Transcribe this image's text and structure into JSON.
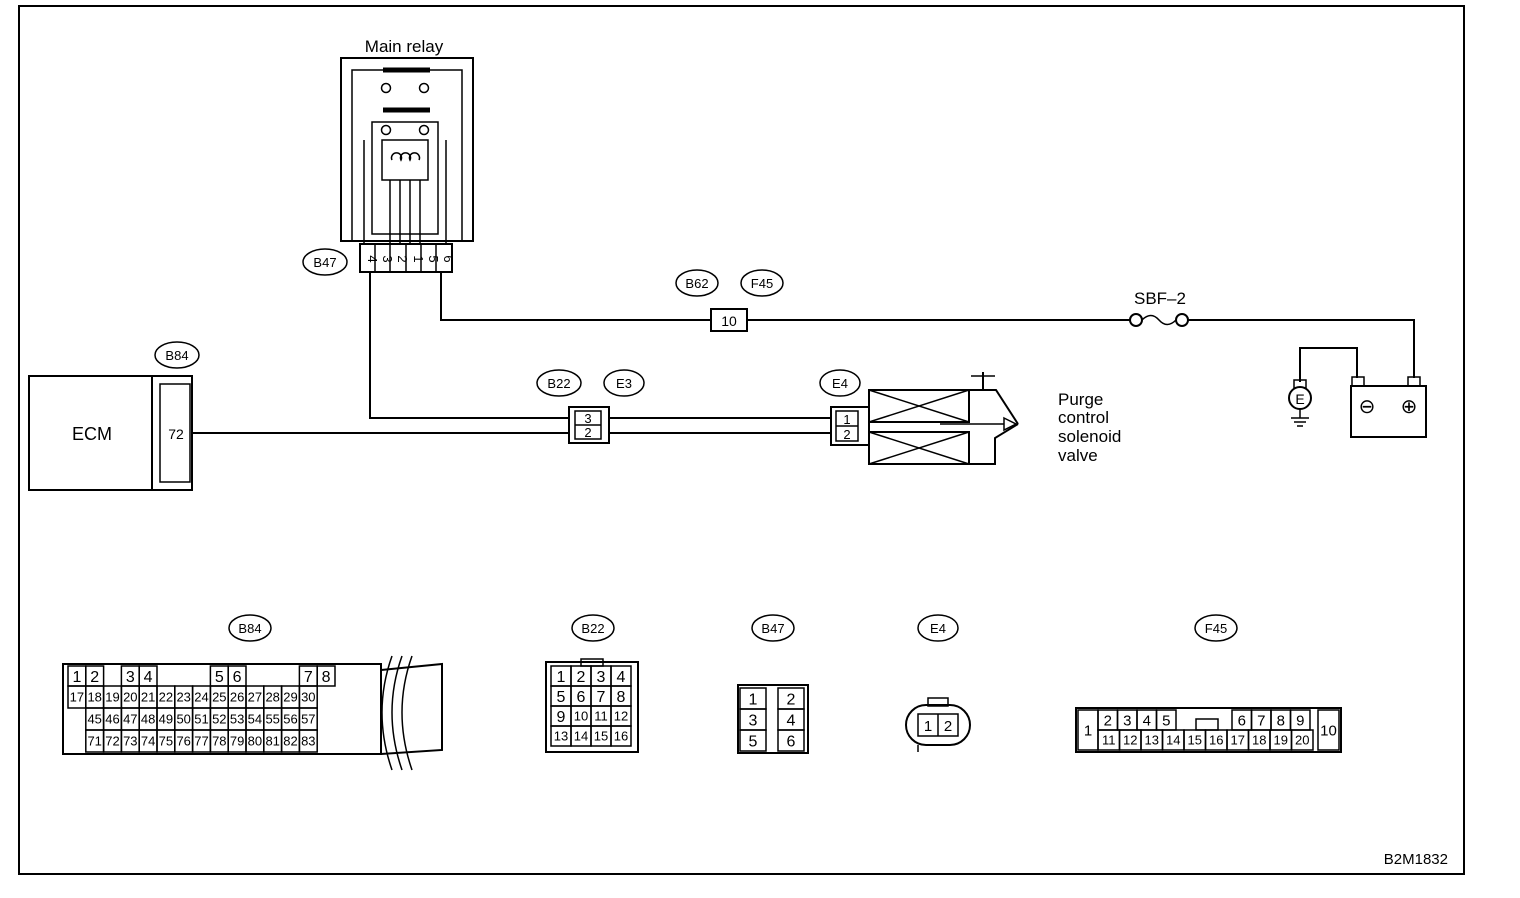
{
  "relay": {
    "title": "Main relay",
    "pins": [
      "4",
      "3",
      "2",
      "1",
      "5",
      "6"
    ]
  },
  "ecm": {
    "label": "ECM",
    "pin": "72"
  },
  "fuse": {
    "label": "SBF–2"
  },
  "valve": {
    "label_lines": [
      "Purge",
      "control",
      "solenoid",
      "valve"
    ]
  },
  "battery": {
    "minus": "⊖",
    "plus": "⊕",
    "ground": "E"
  },
  "wire_connectors": {
    "b47": "B47",
    "b84": "B84",
    "b62": "B62",
    "f45": "F45",
    "b22": "B22",
    "e3": "E3",
    "e4": "E4",
    "pin_b62": "10",
    "pins_b22": [
      "3",
      "2"
    ],
    "pins_e4": [
      "1",
      "2"
    ]
  },
  "connector_views": {
    "b84": {
      "label": "B84",
      "row1": [
        "1",
        "2",
        "3",
        "4",
        "5",
        "6",
        "7",
        "8"
      ],
      "row2": [
        "17",
        "18",
        "19",
        "20",
        "21",
        "22",
        "23",
        "24",
        "25",
        "26",
        "27",
        "28",
        "29",
        "30"
      ],
      "row3": [
        "45",
        "46",
        "47",
        "48",
        "49",
        "50",
        "51",
        "52",
        "53",
        "54",
        "55",
        "56",
        "57"
      ],
      "row4": [
        "71",
        "72",
        "73",
        "74",
        "75",
        "76",
        "77",
        "78",
        "79",
        "80",
        "81",
        "82",
        "83"
      ]
    },
    "b22": {
      "label": "B22",
      "rows": [
        [
          "1",
          "2",
          "3",
          "4"
        ],
        [
          "5",
          "6",
          "7",
          "8"
        ],
        [
          "9",
          "10",
          "11",
          "12"
        ],
        [
          "13",
          "14",
          "15",
          "16"
        ]
      ]
    },
    "b47": {
      "label": "B47",
      "rows": [
        [
          "1",
          "2"
        ],
        [
          "3",
          "4"
        ],
        [
          "5",
          "6"
        ]
      ]
    },
    "e4": {
      "label": "E4",
      "pins": [
        "1",
        "2"
      ]
    },
    "f45": {
      "label": "F45",
      "left": "1",
      "top1": [
        "2",
        "3",
        "4",
        "5"
      ],
      "top2": [
        "6",
        "7",
        "8",
        "9"
      ],
      "bottom": [
        "11",
        "12",
        "13",
        "14",
        "15",
        "16",
        "17",
        "18",
        "19",
        "20"
      ],
      "right": "10"
    }
  },
  "figure_code": "B2M1832"
}
